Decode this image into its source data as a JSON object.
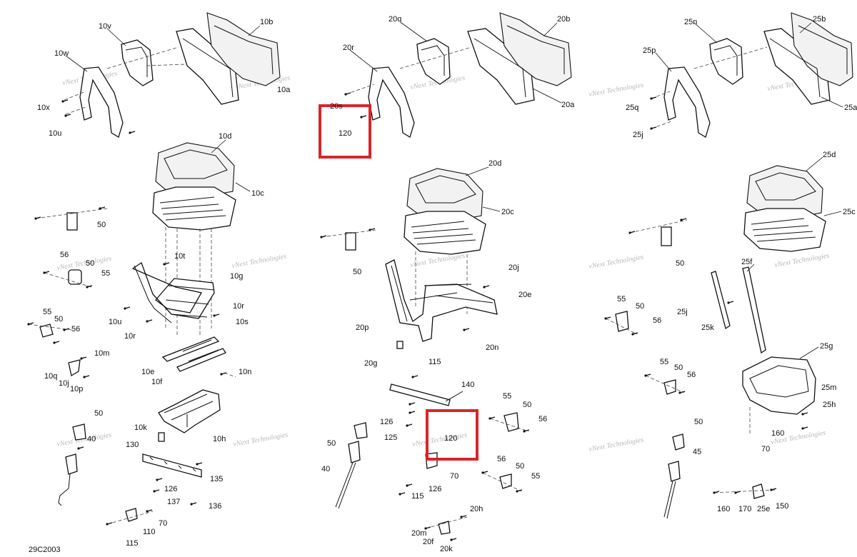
{
  "diagram_code": "29C2003",
  "watermark": "vNext Technologies",
  "labels": {
    "l10v": "10v",
    "l10w": "10w",
    "l10b": "10b",
    "l10x": "10x",
    "l10u_top": "10u",
    "l10a": "10a",
    "l10d": "10d",
    "l10c": "10c",
    "l50_a": "50",
    "l56_a": "56",
    "l50_b": "50",
    "l55_a": "55",
    "l10t": "10t",
    "l10g": "10g",
    "l55_b": "55",
    "l50_c": "50",
    "l56_b": "56",
    "l10u_mid": "10u",
    "l10r_a": "10r",
    "l10r_b": "10r",
    "l10s": "10s",
    "l10m": "10m",
    "l10q": "10q",
    "l10j": "10j",
    "l10p": "10p",
    "l10e": "10e",
    "l10f": "10f",
    "l10n": "10n",
    "l50_d": "50",
    "l40_a": "40",
    "l10k": "10k",
    "l10h": "10h",
    "l130": "130",
    "l135": "135",
    "l126_a": "126",
    "l137": "137",
    "l136": "136",
    "l70_a": "70",
    "l110": "110",
    "l115_a": "115",
    "l20q": "20q",
    "l20b": "20b",
    "l20r": "20r",
    "l20s": "20s",
    "l120_a": "120",
    "l20a": "20a",
    "l20d": "20d",
    "l20c": "20c",
    "l50_e": "50",
    "l20j": "20j",
    "l20e": "20e",
    "l20p": "20p",
    "l20n": "20n",
    "l20g": "20g",
    "l115_b": "115",
    "l140": "140",
    "l126_b": "126",
    "l125": "125",
    "l120_b": "120",
    "l55_c": "55",
    "l50_f": "50",
    "l56_c": "56",
    "l50_g": "50",
    "l40_b": "40",
    "l70_b": "70",
    "l126_c": "126",
    "l115_c": "115",
    "l56_d": "56",
    "l50_h": "50",
    "l55_d": "55",
    "l20h": "20h",
    "l20m": "20m",
    "l20f": "20f",
    "l20k": "20k",
    "l25n": "25n",
    "l25b": "25b",
    "l25p": "25p",
    "l25q": "25q",
    "l25a": "25a",
    "l25j_top": "25j",
    "l25d": "25d",
    "l25c": "25c",
    "l50_i": "50",
    "l25f": "25f",
    "l55_e": "55",
    "l50_j": "50",
    "l25j_mid": "25j",
    "l25k": "25k",
    "l56_e": "56",
    "l25g": "25g",
    "l55_f": "55",
    "l50_k": "50",
    "l56_f": "56",
    "l25m": "25m",
    "l25h": "25h",
    "l160_a": "160",
    "l70_c": "70",
    "l50_l": "50",
    "l45": "45",
    "l160_b": "160",
    "l170": "170",
    "l25e": "25e",
    "l150": "150"
  }
}
